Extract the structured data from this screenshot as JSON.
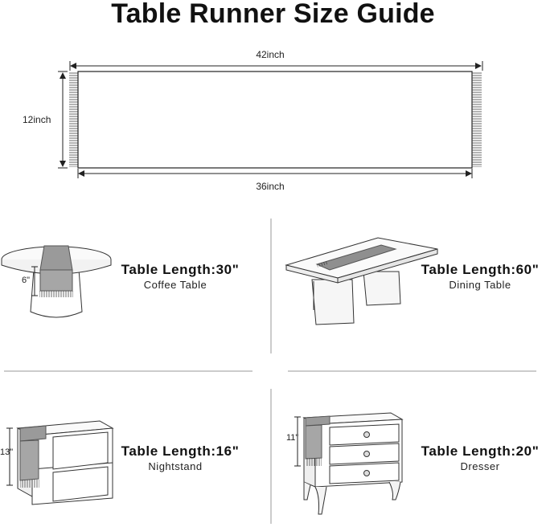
{
  "title": "Table Runner Size Guide",
  "runner": {
    "top_width": "42inch",
    "height": "12inch",
    "bottom_width": "36inch"
  },
  "panels": {
    "coffee": {
      "length": "Table Length:30\"",
      "name": "Coffee Table",
      "drop": "6\""
    },
    "dining": {
      "length": "Table Length:60\"",
      "name": "Dining Table"
    },
    "nightstand": {
      "length": "Table Length:16\"",
      "name": "Nightstand",
      "drop": "13\""
    },
    "dresser": {
      "length": "Table Length:20\"",
      "name": "Dresser",
      "drop": "11\""
    }
  }
}
